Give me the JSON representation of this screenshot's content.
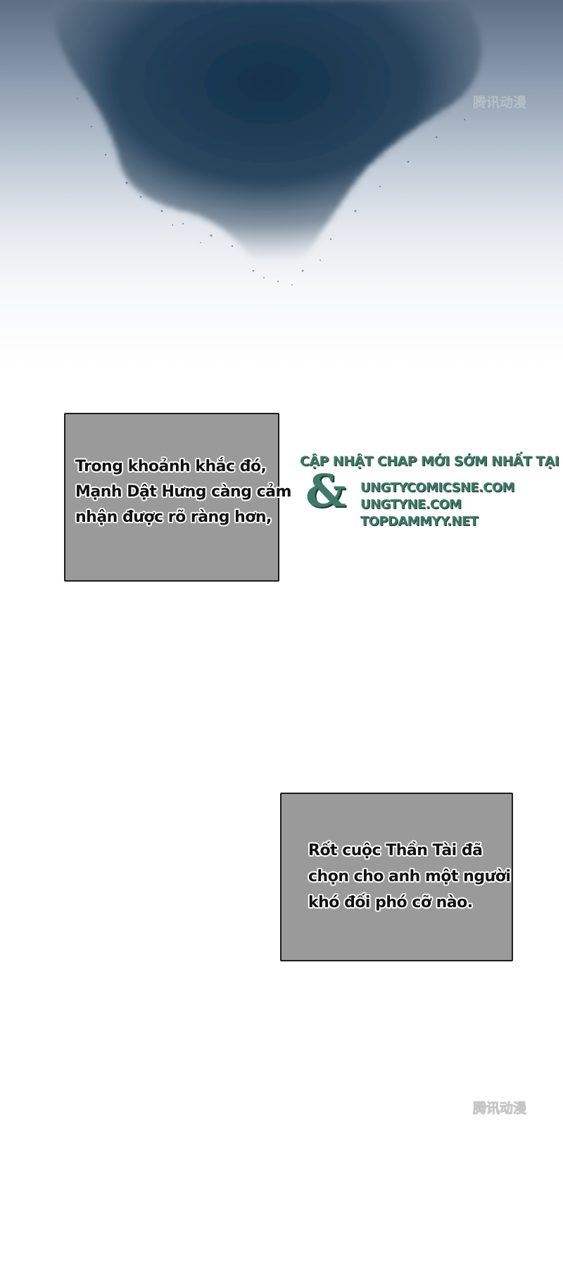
{
  "panels": {
    "caption_1": {
      "lines": [
        "Trong khoảnh khắc đó,",
        "Mạnh Dật Hưng càng cảm",
        "nhận được rõ ràng hơn,"
      ]
    },
    "caption_2": {
      "lines": [
        "Rốt cuộc Thần Tài đã",
        "chọn cho anh một người",
        "khó đối phó cỡ nào."
      ]
    }
  },
  "promo": {
    "header": "CẬP NHẬT CHAP MỚI SỚM NHẤT TẠI",
    "ampersand": "&",
    "sites": [
      "UNGTYCOMICSNE.COM",
      "UNGTYNE.COM",
      "TOPDAMMYY.NET"
    ],
    "color": "#3f7a68"
  },
  "watermark": {
    "lettering": "腾讯动漫"
  },
  "colors": {
    "caption_box": "#9a9a9a",
    "caption_border": "#1c1c1c",
    "sky_dark": "#1f3a52"
  }
}
